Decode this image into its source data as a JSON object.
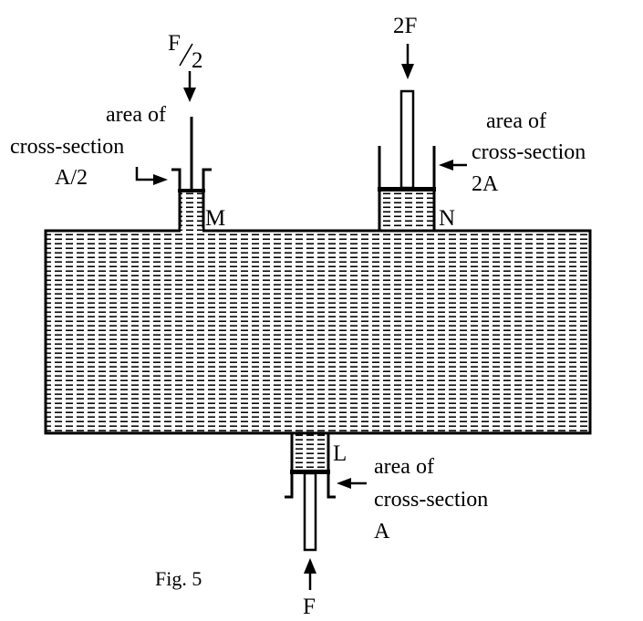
{
  "forces": {
    "piston_m": {
      "label_main": "F",
      "label_sub": "2"
    },
    "piston_n": "2F",
    "piston_l": "F"
  },
  "pistons": {
    "m": {
      "name": "M",
      "area_line1": "area of",
      "area_line2": "cross-section",
      "area_value": "A/2"
    },
    "n": {
      "name": "N",
      "area_line1": "area of",
      "area_line2": "cross-section",
      "area_value": "2A"
    },
    "l": {
      "name": "L",
      "area_line1": "area of",
      "area_line2": "cross-section",
      "area_value": "A"
    }
  },
  "caption": "Fig. 5"
}
